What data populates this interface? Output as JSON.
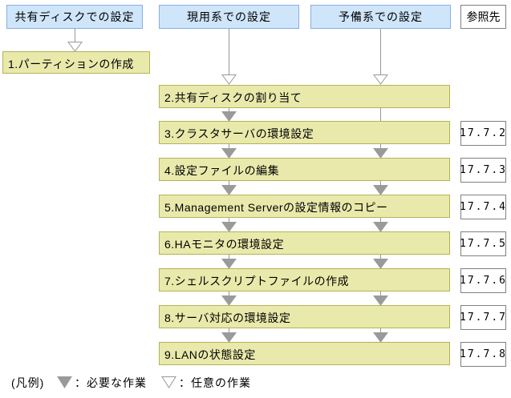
{
  "headers": {
    "shared_disk": "共有ディスクでの設定",
    "active_system": "現用系での設定",
    "standby_system": "予備系での設定",
    "reference": "参照先"
  },
  "steps": [
    {
      "label": "1.パーティションの作成",
      "ref": null
    },
    {
      "label": "2.共有ディスクの割り当て",
      "ref": null
    },
    {
      "label": "3.クラスタサーバの環境設定",
      "ref": "17.7.2"
    },
    {
      "label": "4.設定ファイルの編集",
      "ref": "17.7.3"
    },
    {
      "label": "5.Management Serverの設定情報のコピー",
      "ref": "17.7.4"
    },
    {
      "label": "6.HAモニタの環境設定",
      "ref": "17.7.5"
    },
    {
      "label": "7.シェルスクリプトファイルの作成",
      "ref": "17.7.6"
    },
    {
      "label": "8.サーバ対応の環境設定",
      "ref": "17.7.7"
    },
    {
      "label": "9.LANの状態設定",
      "ref": "17.7.8"
    }
  ],
  "legend": {
    "caption": "(凡例)",
    "required_label": "：必要な作業",
    "optional_label": "：任意の作業"
  },
  "colors": {
    "header_fill": "#cfe5fa",
    "header_border": "#86afdf",
    "step_fill": "#e9e9ac",
    "step_border": "#b3b356",
    "arrow_gray": "#9a9a9a",
    "ref_border": "#808080"
  }
}
